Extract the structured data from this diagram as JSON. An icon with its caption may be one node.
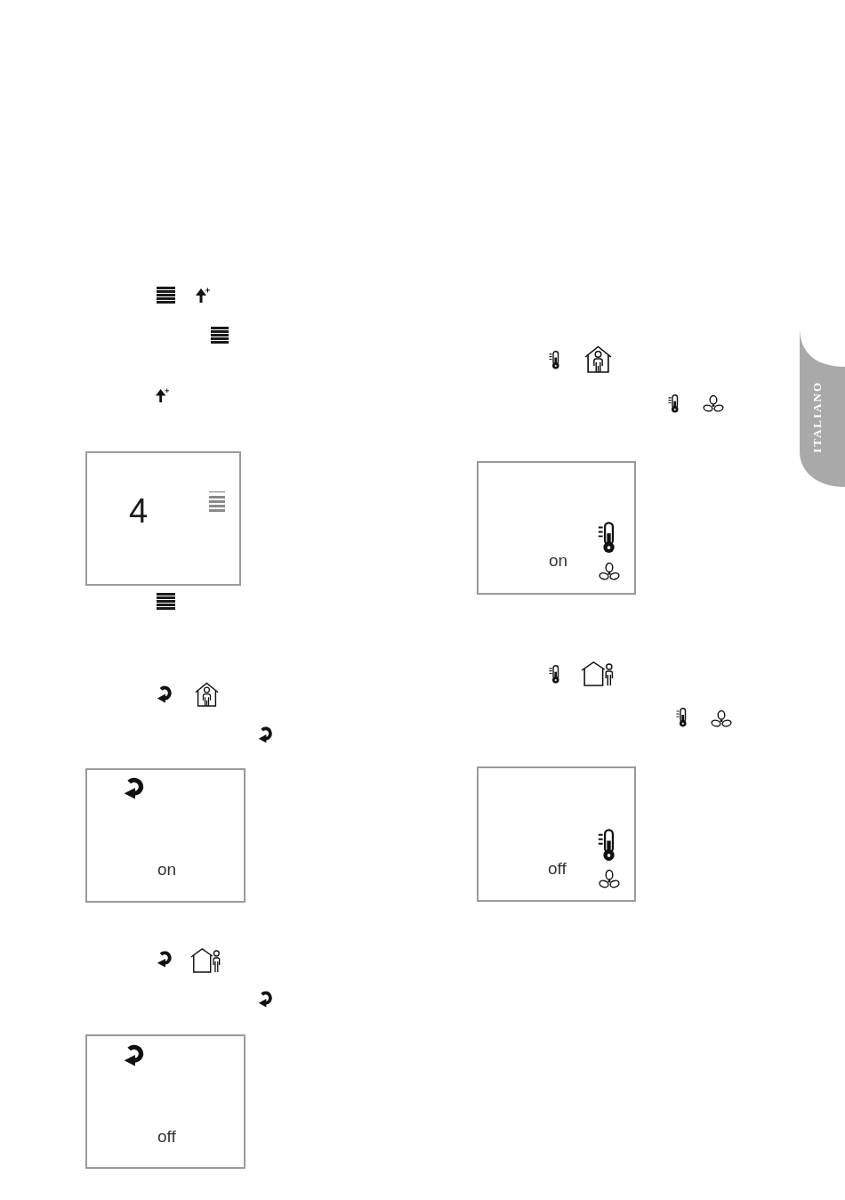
{
  "diagram": {
    "nodes": [
      {
        "text": [
          "4"
        ]
      },
      {
        "text": [
          "on"
        ]
      },
      {
        "text": [
          "off"
        ]
      },
      {
        "text": [
          "on"
        ]
      },
      {
        "text": [
          "off"
        ]
      },
      {
        "text": [
          "ITALIANO"
        ]
      }
    ]
  }
}
